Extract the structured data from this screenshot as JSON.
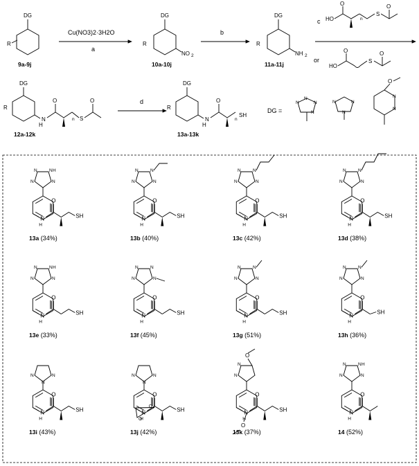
{
  "scheme": {
    "reagent_a_top": "Cu(NO3)2·3H2O",
    "step_a": "a",
    "step_b": "b",
    "step_c": "c",
    "step_d": "d",
    "or_label": "or",
    "dg_eq": "DG =",
    "c1_subscript": "n"
  },
  "intermediates": [
    {
      "id": "9a-9j"
    },
    {
      "id": "10a-10j"
    },
    {
      "id": "11a-11j"
    },
    {
      "id": "12a-12k"
    },
    {
      "id": "13a-13k"
    }
  ],
  "products": [
    {
      "id": "13a",
      "yield": "(34%)"
    },
    {
      "id": "13b",
      "yield": "(40%)"
    },
    {
      "id": "13c",
      "yield": "(42%)"
    },
    {
      "id": "13d",
      "yield": "(38%)"
    },
    {
      "id": "13e",
      "yield": "(33%)"
    },
    {
      "id": "13f",
      "yield": "(45%)"
    },
    {
      "id": "13g",
      "yield": "(51%)"
    },
    {
      "id": "13h",
      "yield": "(36%)"
    },
    {
      "id": "13i",
      "yield": "(43%)"
    },
    {
      "id": "13j",
      "yield": "(42%)"
    },
    {
      "id": "13k",
      "yield": "(37%)"
    },
    {
      "id": "14",
      "yield": "(52%)"
    }
  ]
}
